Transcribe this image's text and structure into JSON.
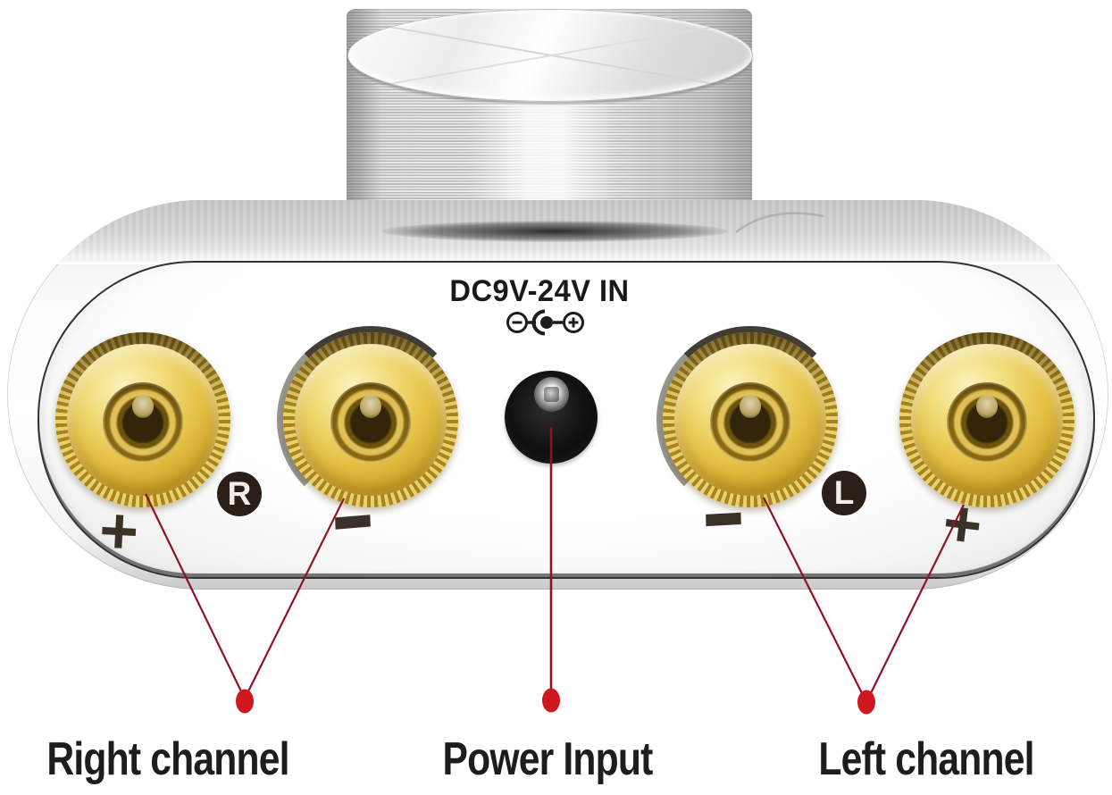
{
  "device": {
    "power_input_label": "DC9V-24V IN",
    "polarity_icon": "center-positive-dc-polarity",
    "badges": {
      "right": "R",
      "left": "L"
    },
    "terminals": [
      {
        "position": "right-channel-plus",
        "marking": "+"
      },
      {
        "position": "right-channel-minus",
        "marking": "−"
      },
      {
        "position": "left-channel-minus",
        "marking": "−"
      },
      {
        "position": "left-channel-plus",
        "marking": "+"
      }
    ]
  },
  "annotations": {
    "labels": [
      {
        "text": "Right channel"
      },
      {
        "text": "Power Input"
      },
      {
        "text": "Left channel"
      }
    ],
    "line_color": "#8e1322",
    "dot_color": "#cf1720"
  },
  "colors": {
    "body_silver": "#d9d9d9",
    "terminal_gold": "#dcb945",
    "marking_dark": "#3a3127",
    "caption_text": "#1d1d1d"
  }
}
